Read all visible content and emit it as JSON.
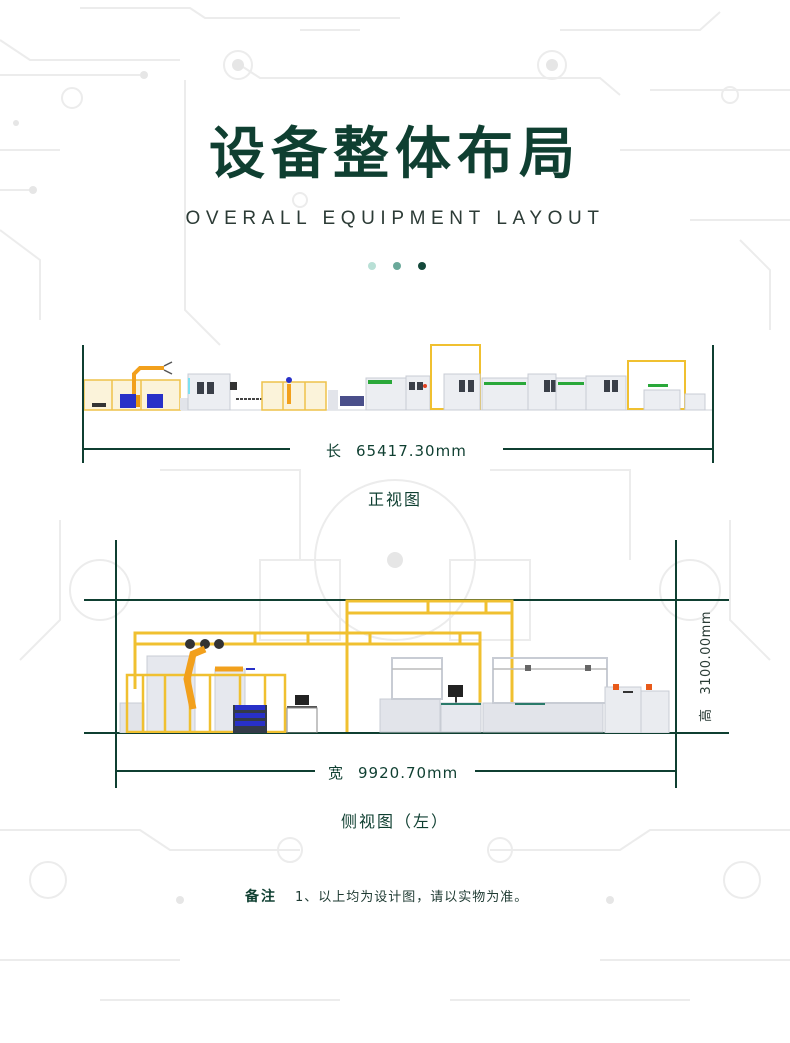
{
  "header": {
    "title": "设备整体布局",
    "subtitle": "OVERALL EQUIPMENT LAYOUT",
    "dot_colors": [
      "#b9e0d6",
      "#6aa99a",
      "#14493b"
    ]
  },
  "front_view": {
    "caption": "正视图",
    "length_label": "长",
    "length_value": "65417.30mm"
  },
  "side_view": {
    "caption": "侧视图（左）",
    "width_label": "宽",
    "width_value": "9920.70mm",
    "height_label": "高",
    "height_value": "3100.00mm"
  },
  "note": {
    "label": "备注",
    "text": "1、以上均为设计图，请以实物为准。"
  },
  "colors": {
    "primary": "#0f3f31",
    "frame_yellow": "#f0c030",
    "robot_orange": "#f2a01c",
    "machine_gray": "#e2e4ea",
    "accent_green": "#2aa83a",
    "pallet_blue": "#2830c8"
  }
}
